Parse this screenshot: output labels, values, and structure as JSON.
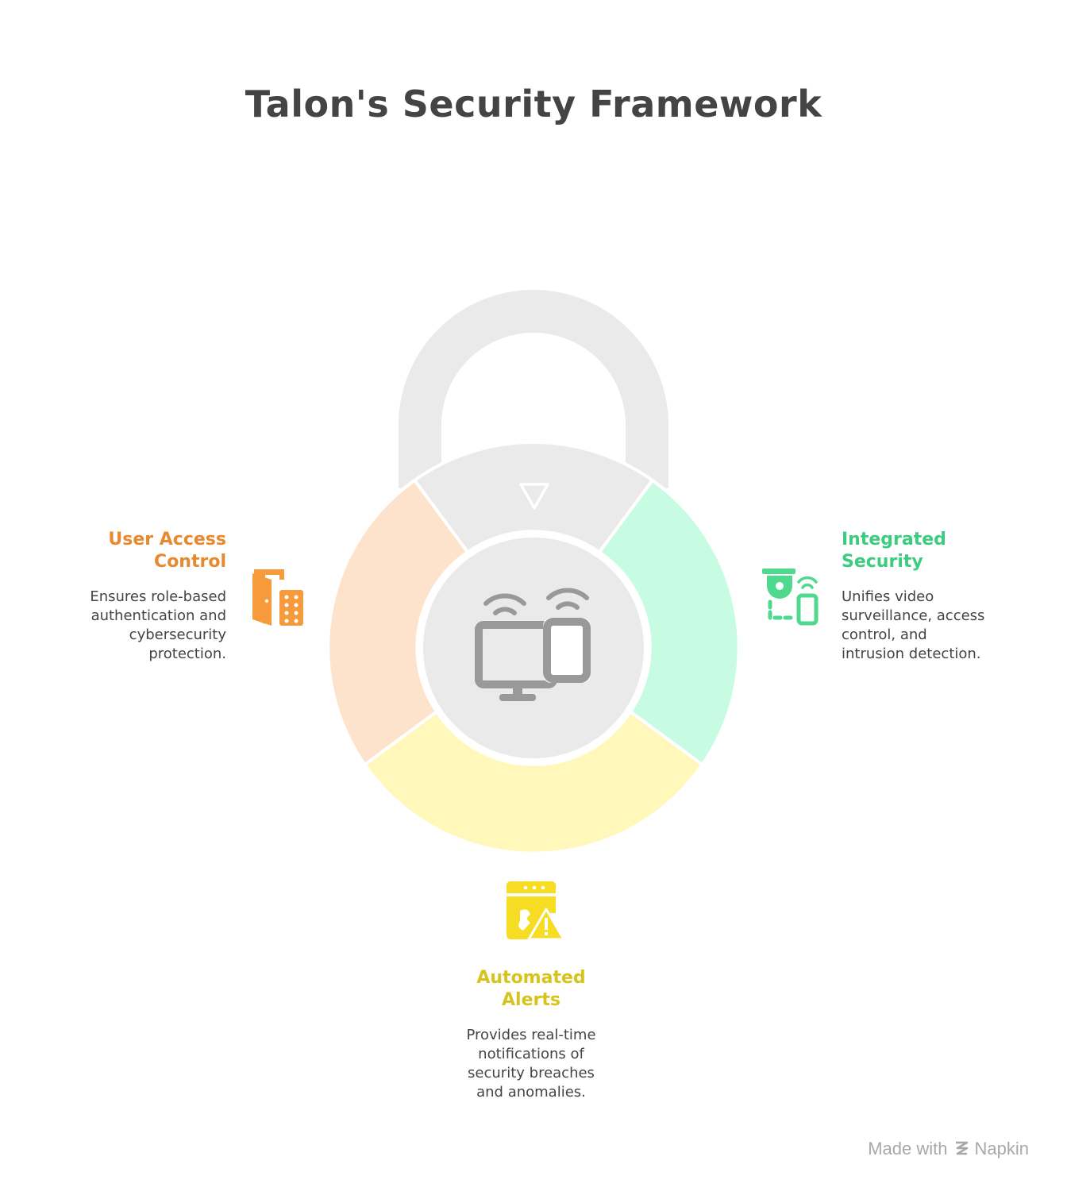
{
  "title": "Talon's Security Framework",
  "colors": {
    "lock_gray": "#EAEAEA",
    "segment_orange": "#FDE3CC",
    "segment_green": "#C8FCE2",
    "segment_yellow": "#FFF8BA",
    "icon_orange": "#F79A3C",
    "icon_green": "#4ED98F",
    "icon_yellow": "#F6DC22",
    "center_icon": "#999999",
    "text": "#444444"
  },
  "sections": {
    "user_access": {
      "title_line1": "User Access",
      "title_line2": "Control",
      "desc_lines": [
        "Ensures role-based",
        "authentication and",
        "cybersecurity",
        "protection."
      ],
      "icon": "door-keypad-icon"
    },
    "integrated": {
      "title_line1": "Integrated",
      "title_line2": "Security",
      "desc_lines": [
        "Unifies video",
        "surveillance, access",
        "control, and",
        "intrusion detection."
      ],
      "icon": "camera-phone-icon"
    },
    "alerts": {
      "title_line1": "Automated",
      "title_line2": "Alerts",
      "desc_lines": [
        "Provides real-time",
        "notifications of",
        "security breaches",
        "and anomalies."
      ],
      "icon": "alert-window-icon"
    }
  },
  "center_icon": "devices-wifi-icon",
  "footer": {
    "made_with": "Made with",
    "brand": "Napkin"
  }
}
